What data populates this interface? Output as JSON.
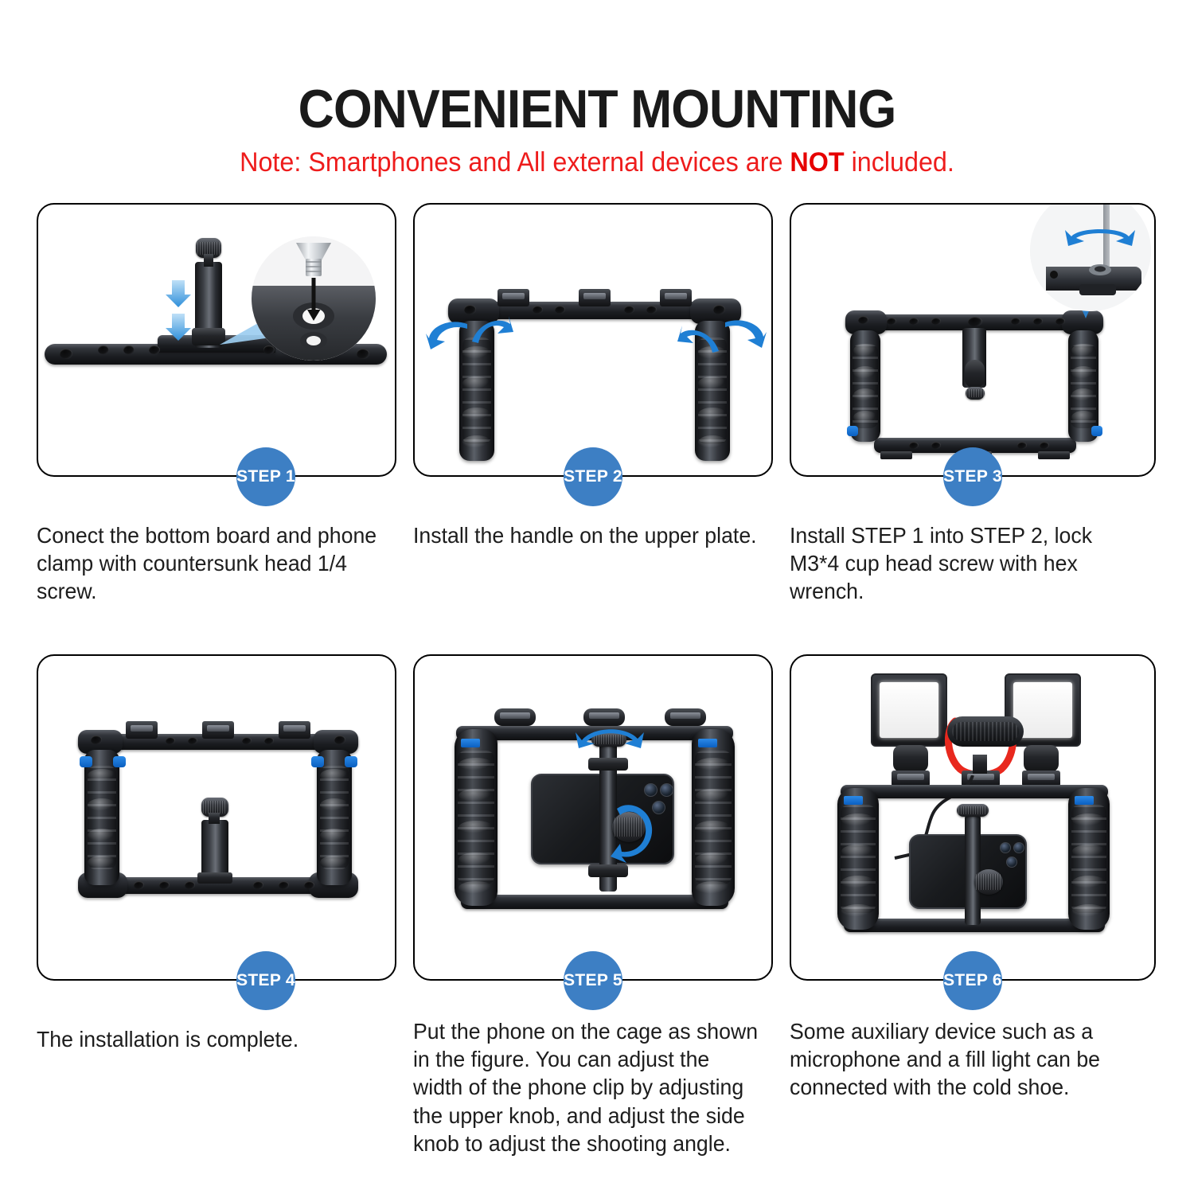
{
  "header": {
    "title": "CONVENIENT MOUNTING",
    "note_prefix": "Note: Smartphones and All external devices are ",
    "note_emphasis": "NOT",
    "note_suffix": " included.",
    "title_color": "#1a1a1a",
    "note_color": "#ee1c1c"
  },
  "theme": {
    "accent_blue": "#3d7fc4",
    "arrow_blue": "#1f7fd4",
    "handle_tab_blue": "#0a6fd8",
    "card_border": "#000000",
    "background": "#ffffff",
    "mic_mount_red": "#e8281e"
  },
  "steps": [
    {
      "badge": "STEP 1",
      "caption": "Conect the bottom board and phone clamp with countersunk head 1/4 screw.",
      "art": "bottom-plate-with-phone-clamp-and-countersunk-screw-callout"
    },
    {
      "badge": "STEP 2",
      "caption": "Install the handle on the upper plate.",
      "art": "upper-plate-with-two-handles-rotation-arrows"
    },
    {
      "badge": "STEP 3",
      "caption": "Install STEP 1 into STEP 2, lock M3*4 cup head screw with hex wrench.",
      "art": "assembled-cage-with-hex-wrench-callout"
    },
    {
      "badge": "STEP 4",
      "caption": "The installation is complete.",
      "art": "completed-cage-with-phone-clamp"
    },
    {
      "badge": "STEP 5",
      "caption": "Put the phone on the cage as shown in the figure. You can adjust the width of the phone clip by adjusting the upper knob, and adjust the side knob to adjust the shooting angle.",
      "art": "cage-with-smartphone-and-knob-rotation-arrows"
    },
    {
      "badge": "STEP 6",
      "caption": "Some auxiliary device such as a microphone and a fill light can be connected with the cold shoe.",
      "art": "cage-with-two-led-lights-microphone-and-smartphone"
    }
  ]
}
